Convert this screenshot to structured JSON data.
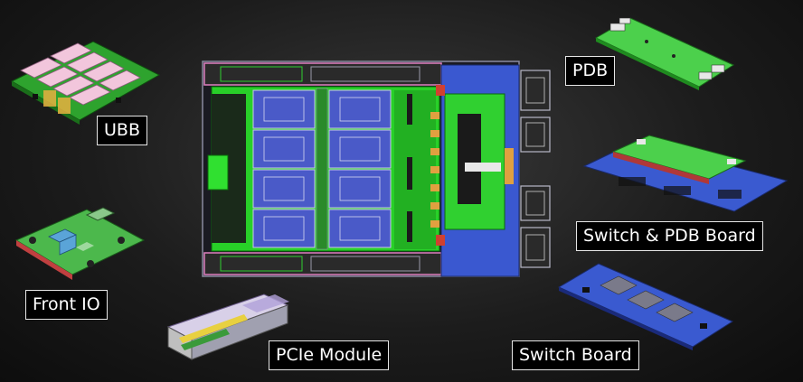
{
  "labels": {
    "ubb": "UBB",
    "front_io": "Front IO",
    "pcie_module": "PCIe Module",
    "pdb": "PDB",
    "switch_pdb_board": "Switch & PDB Board",
    "switch_board": "Switch Board"
  },
  "colors": {
    "background": "#1c1c1c",
    "pcb_green": "#2ecc2e",
    "pcb_blue": "#3b5bd6",
    "pink_module": "#f0b8d8",
    "label_bg": "#000000",
    "label_text": "#ffffff"
  }
}
